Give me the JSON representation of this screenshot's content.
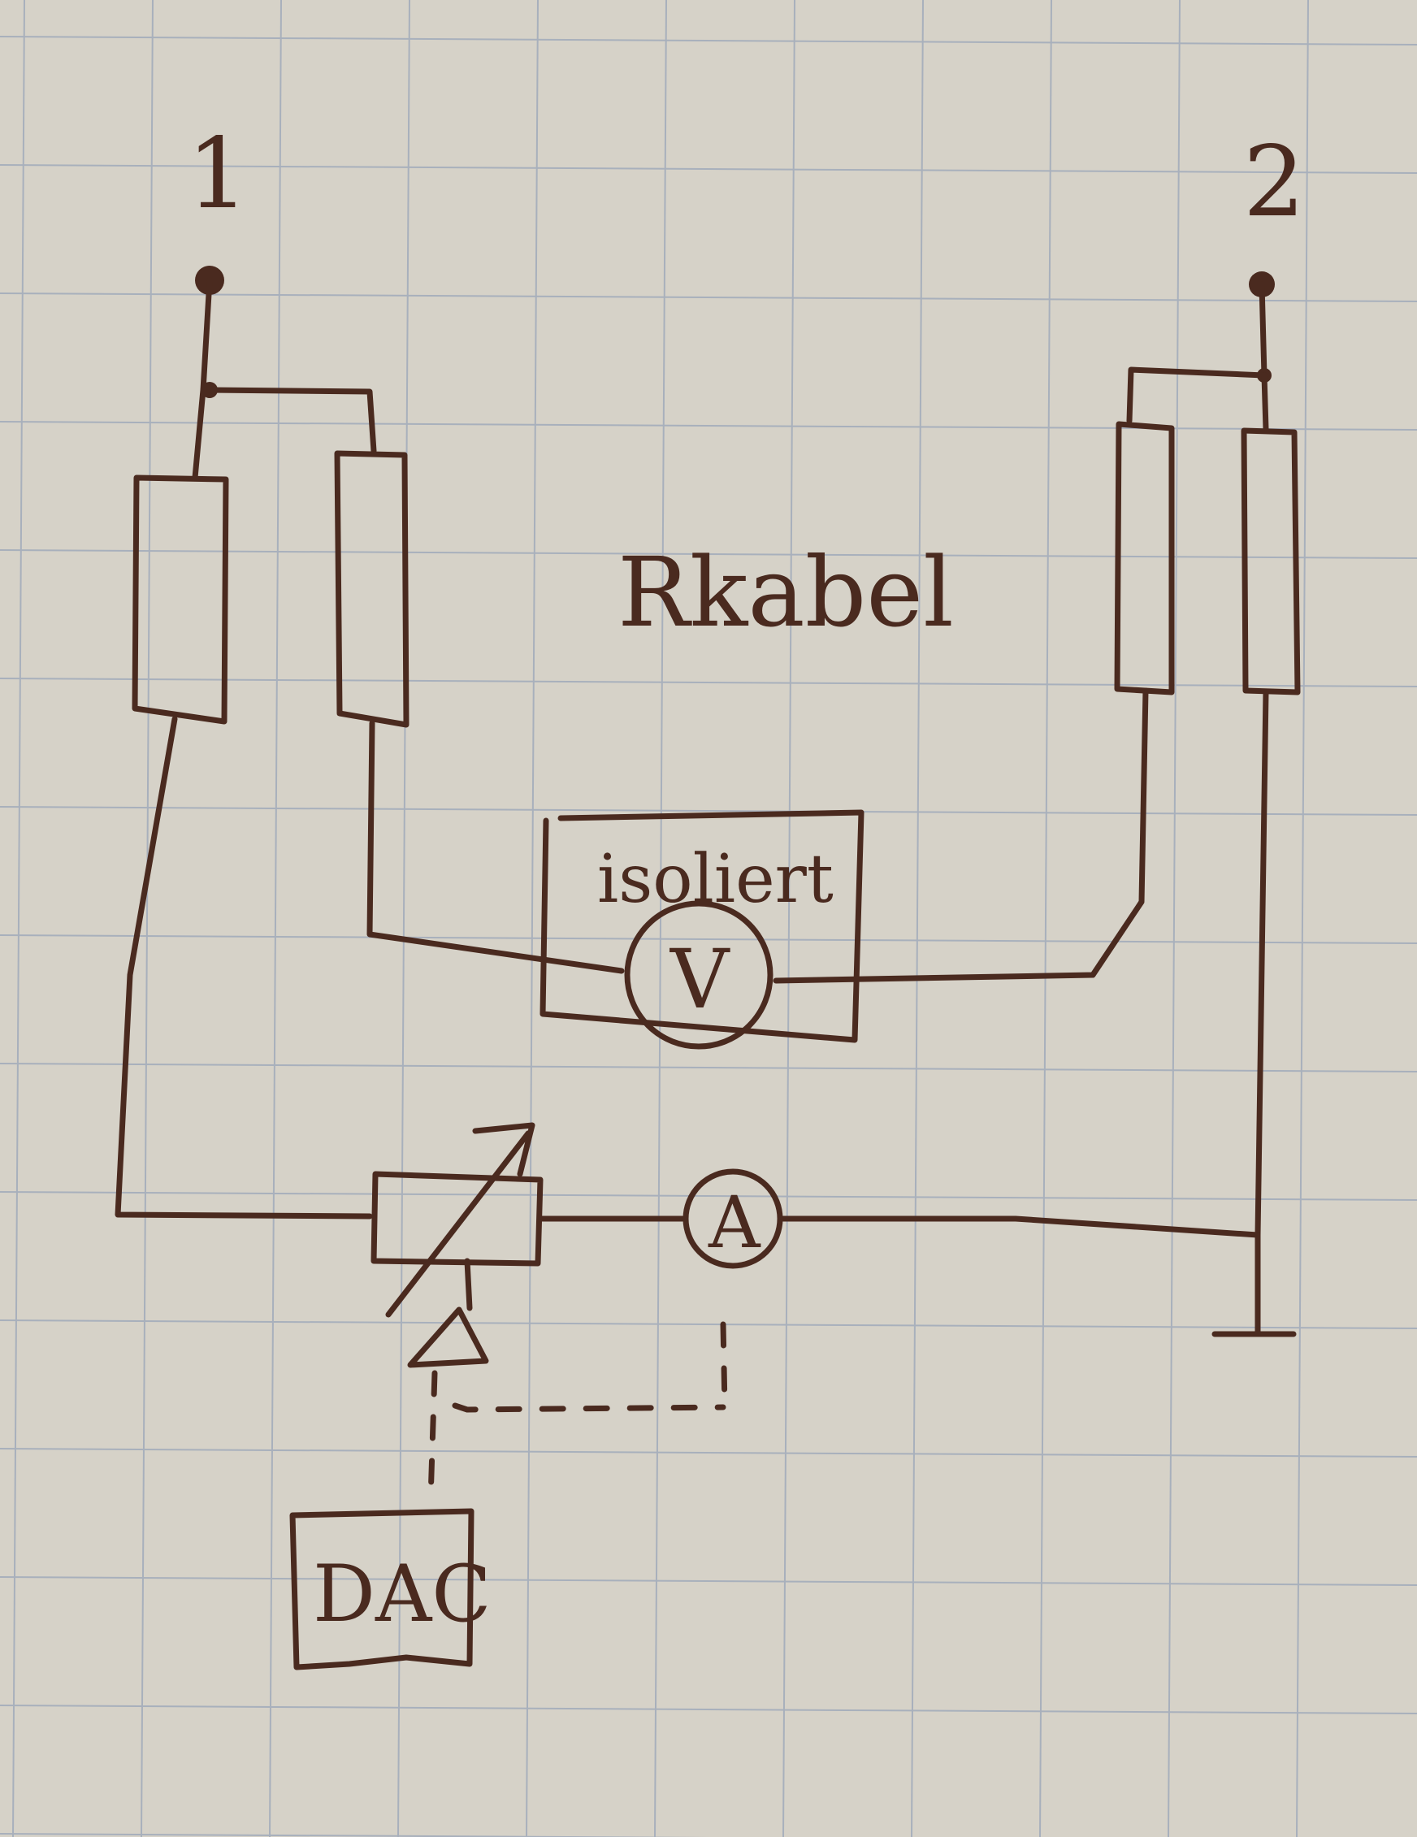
{
  "terminals": {
    "left": "1",
    "right": "2"
  },
  "labels": {
    "cable_resistance": "Rkabel",
    "isolated": "isoliert",
    "voltmeter": "V",
    "ammeter": "A",
    "dac": "DAC"
  },
  "colors": {
    "ink": "#4a2a1f",
    "paper": "#d6d2c8",
    "grid": "#a8b0bc"
  }
}
